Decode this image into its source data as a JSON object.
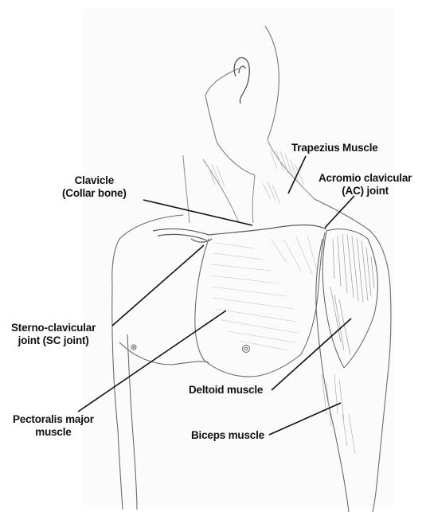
{
  "labels": {
    "trapezius": {
      "line1": "Trapezius Muscle"
    },
    "clavicle": {
      "line1": "Clavicle",
      "line2": "(Collar bone)"
    },
    "acromio": {
      "line1": "Acromio clavicular",
      "line2": "(AC) joint"
    },
    "sterno": {
      "line1": "Sterno-clavicular",
      "line2": "joint (SC joint)"
    },
    "deltoid": {
      "line1": "Deltoid muscle"
    },
    "pectoralis": {
      "line1": "Pectoralis major",
      "line2": "muscle"
    },
    "biceps": {
      "line1": "Biceps muscle"
    }
  },
  "colors": {
    "ink": "#111111",
    "sketch": "#6b6b6b",
    "background": "#ffffff"
  }
}
